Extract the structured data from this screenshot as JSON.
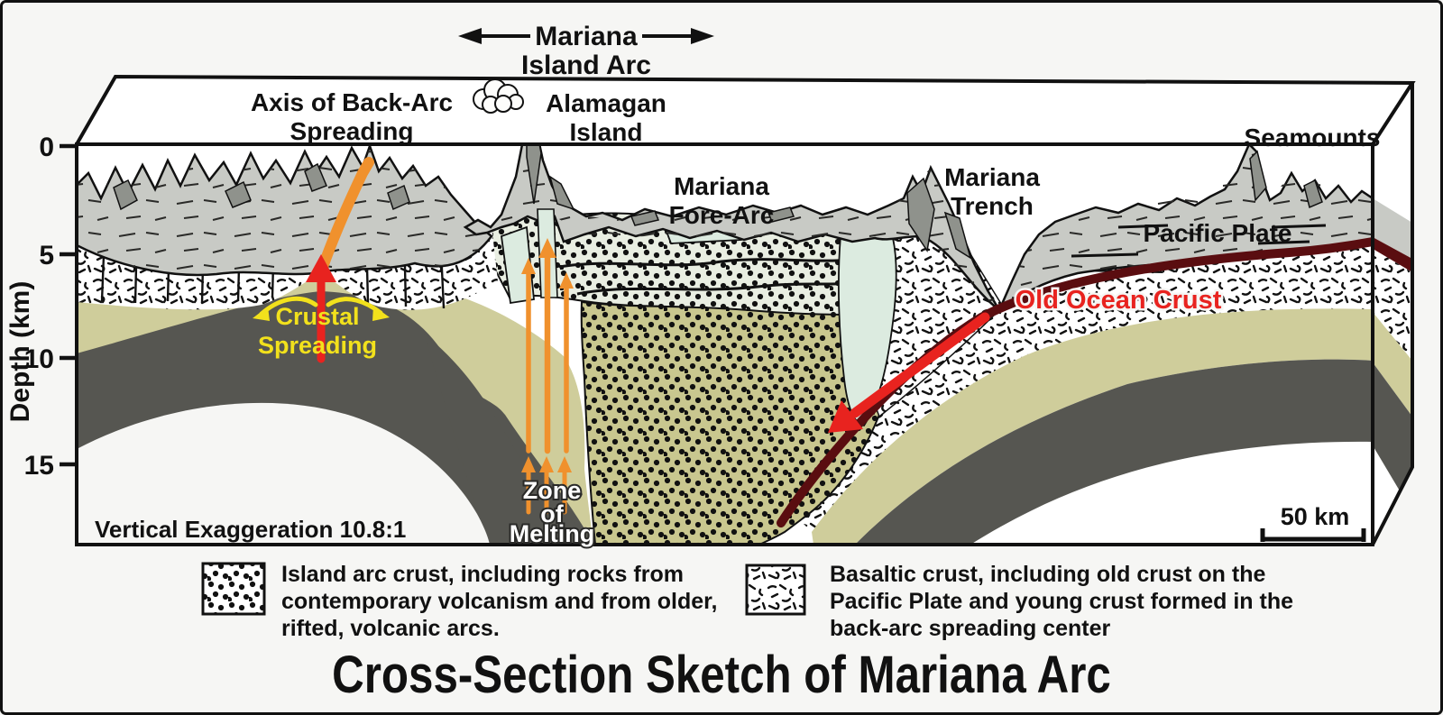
{
  "figure": {
    "title": "Cross-Section Sketch of Mariana Arc",
    "header": {
      "line1": "Mariana",
      "line2": "Island Arc"
    },
    "depth_axis": {
      "label": "Depth (km)",
      "ticks": [
        "0",
        "5",
        "10",
        "15"
      ]
    },
    "scale": {
      "bar_label": "50 km",
      "vertical_exaggeration": "Vertical Exaggeration 10.8:1"
    },
    "labels": {
      "back_arc_axis": [
        "Axis of Back-Arc",
        "Spreading"
      ],
      "alamagan": [
        "Alamagan",
        "Island"
      ],
      "fore_arc": [
        "Mariana",
        "Fore-Arc"
      ],
      "trench": [
        "Mariana",
        "Trench"
      ],
      "seamounts": "Seamounts",
      "pacific_plate": "Pacific Plate",
      "old_ocean_crust": "Old Ocean Crust",
      "crustal_spreading": [
        "Crustal",
        "Spreading"
      ],
      "zone_of_melting": [
        "Zone",
        "of",
        "Melting"
      ]
    },
    "legend": {
      "island_arc": {
        "swatch": "dot-pattern",
        "lines": [
          "Island arc crust, including rocks from",
          "contemporary volcanism and from older,",
          "rifted, volcanic arcs."
        ]
      },
      "basaltic": {
        "swatch": "speckle-pattern",
        "lines": [
          "Basaltic crust, including old crust on the",
          "Pacific Plate and young crust formed in the",
          "back-arc spreading center"
        ]
      }
    },
    "colors": {
      "terrain_gray": "#c8cac5",
      "terrain_dark": "#8f928c",
      "olive": "#cfcd9b",
      "root_olive": "#c9c78f",
      "band_pale": "#e9eee2",
      "mantle_gray": "#565651",
      "mint": "#dcebe0",
      "maroon": "#5a0d10",
      "red": "#e8231f",
      "orange": "#f0912d",
      "yellow": "#f2e11c"
    }
  }
}
